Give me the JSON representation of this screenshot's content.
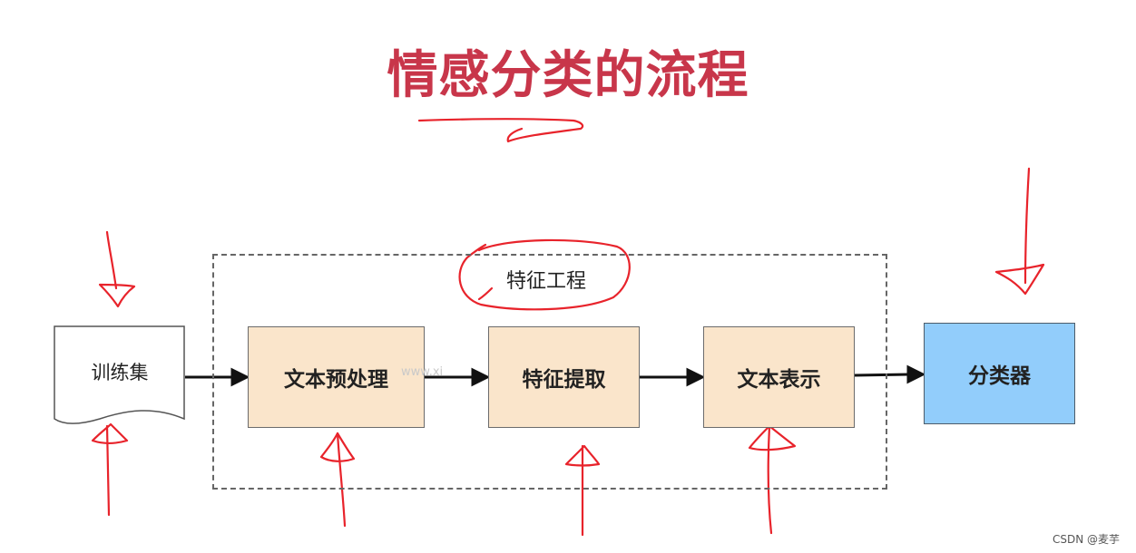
{
  "diagram": {
    "title": "情感分类的流程",
    "group_label": "特征工程",
    "nodes": {
      "training_set": "训练集",
      "preprocess": "文本预处理",
      "extraction": "特征提取",
      "representation": "文本表示",
      "classifier": "分类器"
    },
    "edges": [
      {
        "from": "训练集",
        "to": "文本预处理"
      },
      {
        "from": "文本预处理",
        "to": "特征提取"
      },
      {
        "from": "特征提取",
        "to": "文本表示"
      },
      {
        "from": "文本表示",
        "to": "分类器"
      }
    ]
  },
  "watermark": "www.xi",
  "footer": "CSDN @麦芋",
  "colors": {
    "title": "#c8364a",
    "process_fill": "#fae5cb",
    "classifier_fill": "#92cdfb",
    "annotation_ink": "#e8232b"
  }
}
